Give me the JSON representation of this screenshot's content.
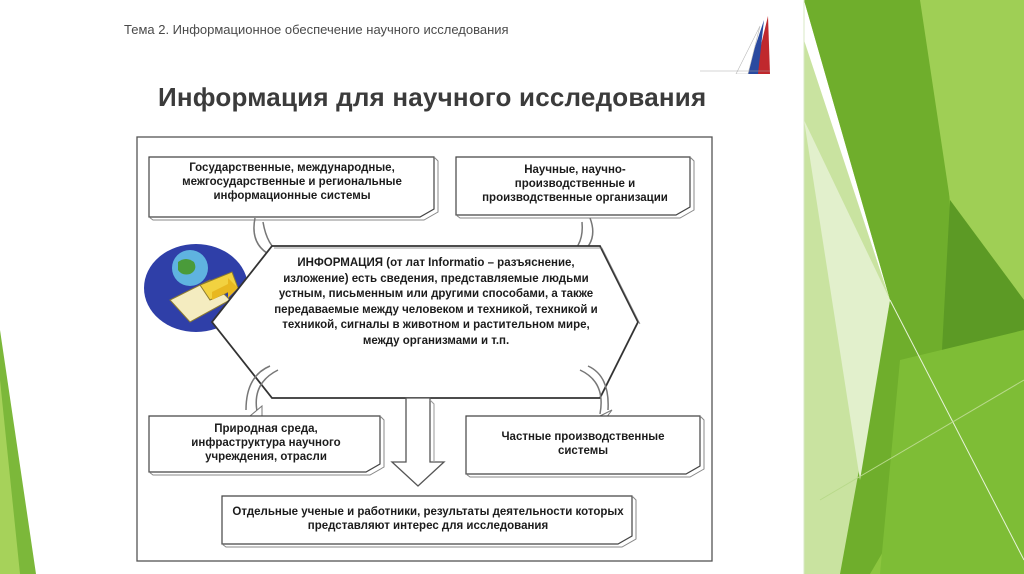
{
  "header": {
    "subtitle": "Тема 2. Информационное обеспечение научного исследования"
  },
  "title": "Информация для научного исследования",
  "diagram": {
    "top_left": "Государственные, международные, межгосударственные и региональные информационные системы",
    "top_right": "Научные, научно-производственные и производственные организации",
    "center": "ИНФОРМАЦИЯ (от лат Informatio – разъяснение, изложение) есть сведения, представляемые людьми устным, письменным или другими способами, а также передаваемые между человеком и техникой, техникой и техникой, сигналы в животном и растительном мире, между организмами и т.п.",
    "bottom_left": "Природная среда, инфраструктура научного учреждения, отрасли",
    "bottom_right": "Частные производственные системы",
    "bottom": "Отдельные ученые и работники, результаты деятельности которых представляют интерес для исследования"
  },
  "colors": {
    "green_dark": "#5a9a2a",
    "green_mid": "#7cb83a",
    "green_light": "#a6d25a",
    "logo_red": "#c0282d",
    "logo_blue": "#2a4aa0"
  }
}
